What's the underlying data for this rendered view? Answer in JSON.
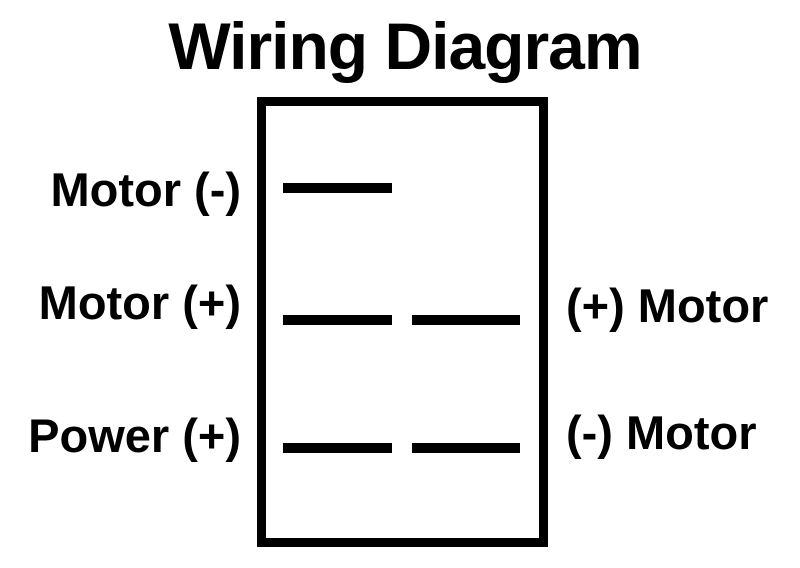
{
  "title": "Wiring Diagram",
  "colors": {
    "foreground": "#000000",
    "background": "#ffffff"
  },
  "diagram": {
    "switch_body": "rocker-switch-outline",
    "rows": [
      {
        "left_label": "Motor (-)",
        "right_label": "",
        "terminals": [
          "left"
        ]
      },
      {
        "left_label": "Motor (+)",
        "right_label": "(+) Motor",
        "terminals": [
          "left",
          "right"
        ]
      },
      {
        "left_label": "Power (+)",
        "right_label": "(-) Motor",
        "terminals": [
          "left",
          "right"
        ]
      }
    ]
  }
}
